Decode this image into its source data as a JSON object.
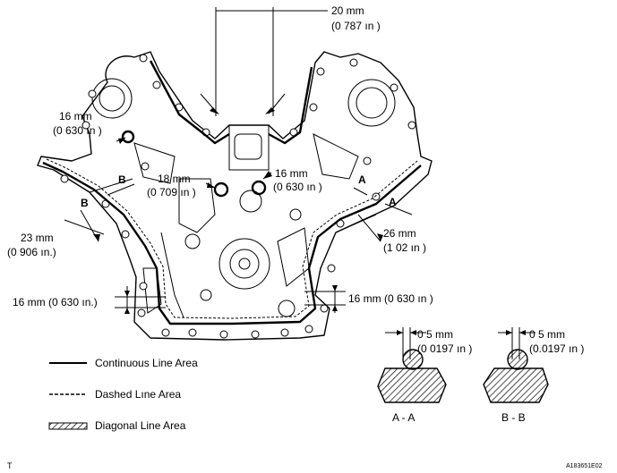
{
  "dimensions": {
    "d20": {
      "mm": "20 mm",
      "in": "(0 787 ın )"
    },
    "d16_left": {
      "mm": "16 mm",
      "in": "(0 630 ın )"
    },
    "d18": {
      "mm": "18 mm",
      "in": "(0 709 ın )"
    },
    "d16_center": {
      "mm": "16 mm",
      "in": "(0 630 ın )"
    },
    "d23": {
      "mm": "23 mm",
      "in": "(0 906 ın.)"
    },
    "d26": {
      "mm": "26 mm",
      "in": "(1 02 ın )"
    },
    "d16_bottom_left": "16 mm (0 630 ın.)",
    "d16_bottom_right": "16 mm (0 630 ın )",
    "section_a_width": {
      "mm": "0 5 mm",
      "in": "(0 0197 ın )"
    },
    "section_b_width": {
      "mm": "0 5 mm",
      "in": "(0.0197 ın )"
    }
  },
  "section_markers": {
    "a": "A",
    "b": "B"
  },
  "sections": {
    "a": "A - A",
    "b": "B - B"
  },
  "legend": {
    "continuous": "Continuous Line Area",
    "dashed": "Dashed Lıne Area",
    "diagonal": "Diagonal Line Area"
  },
  "corner_left": "T",
  "figure_id": "A183651E02"
}
